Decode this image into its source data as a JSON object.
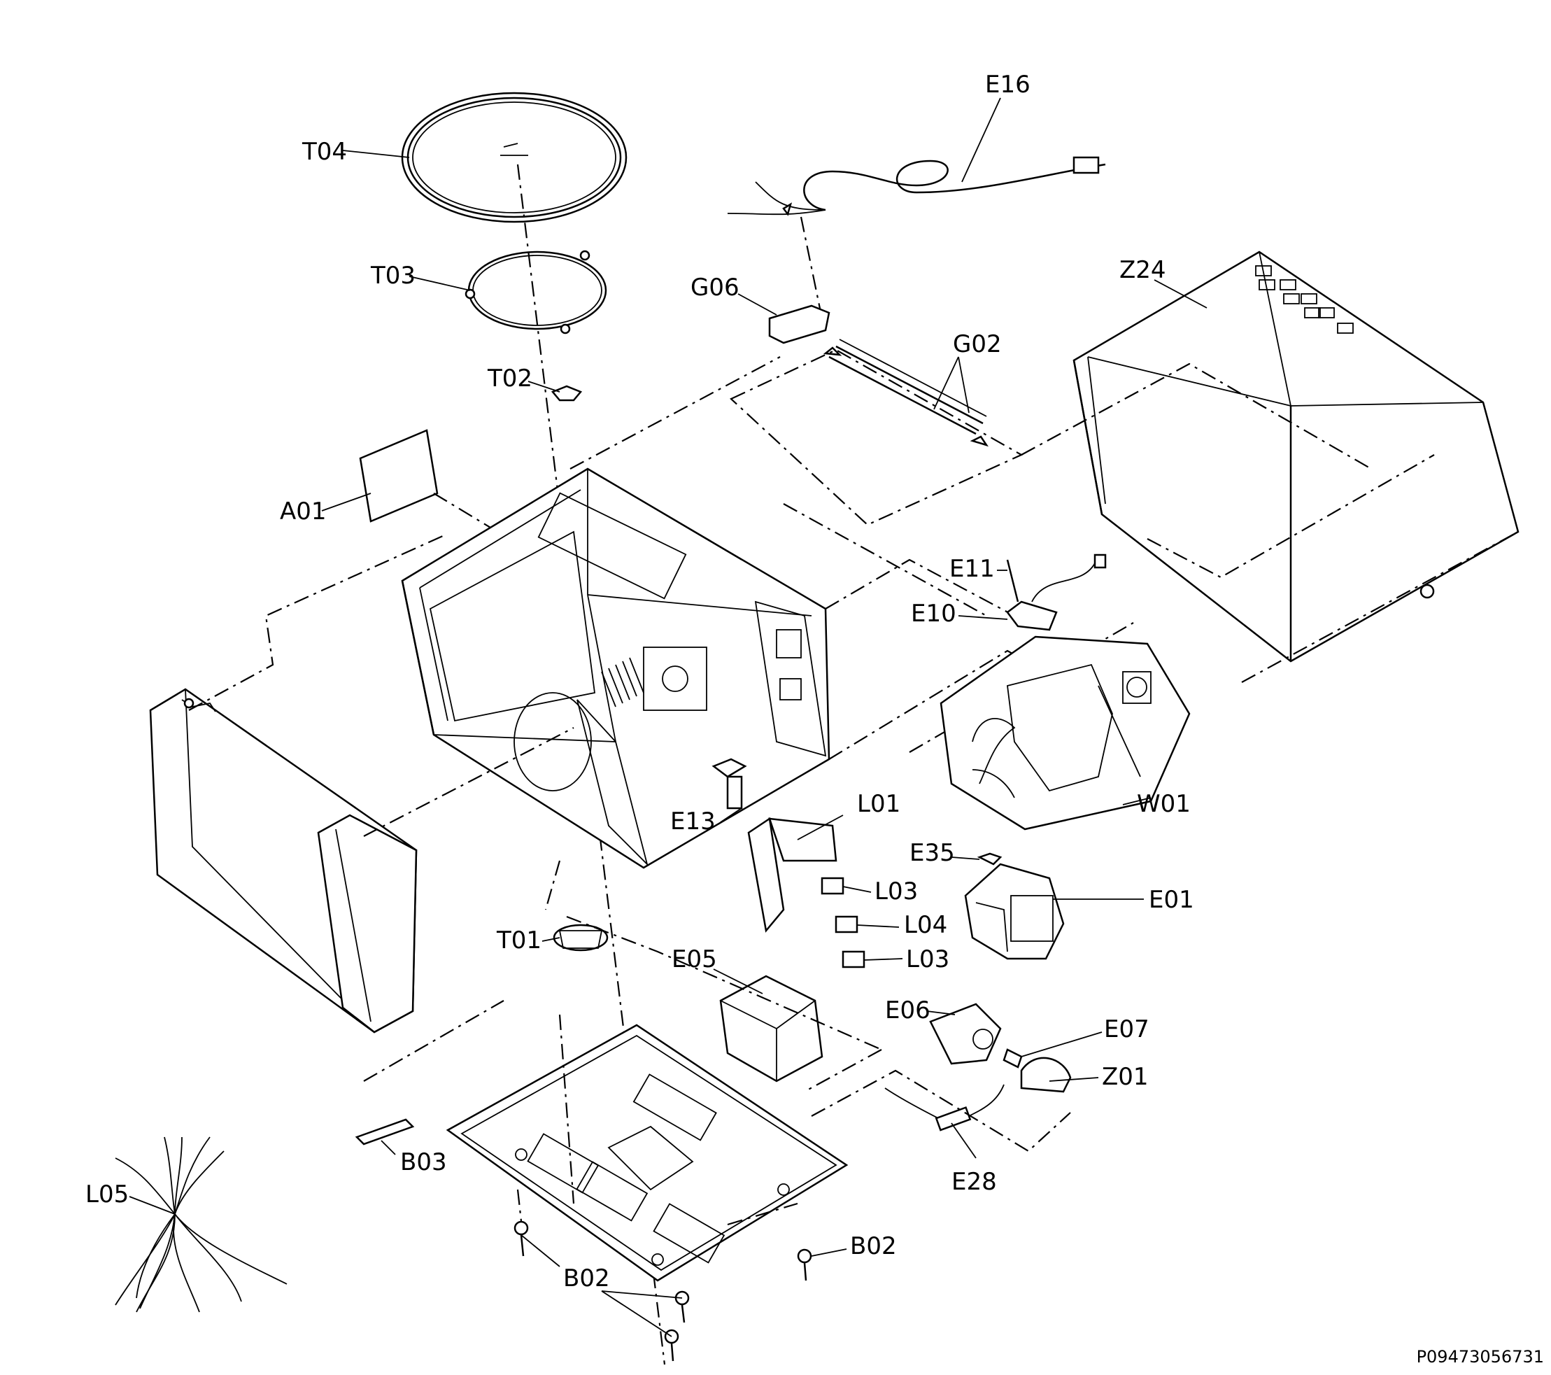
{
  "labels": {
    "T04": "T04",
    "T03": "T03",
    "T02": "T02",
    "T01": "T01",
    "E16": "E16",
    "G06": "G06",
    "G02": "G02",
    "Z24": "Z24",
    "A01": "A01",
    "E11": "E11",
    "E10": "E10",
    "W01": "W01",
    "E13": "E13",
    "L01": "L01",
    "E35": "E35",
    "L03a": "L03",
    "L04": "L04",
    "L03b": "L03",
    "E01": "E01",
    "E05": "E05",
    "E06": "E06",
    "E07": "E07",
    "Z01": "Z01",
    "E28": "E28",
    "B03": "B03",
    "L05": "L05",
    "B02a": "B02",
    "B02b": "B02"
  },
  "document_code": "P09473056731"
}
